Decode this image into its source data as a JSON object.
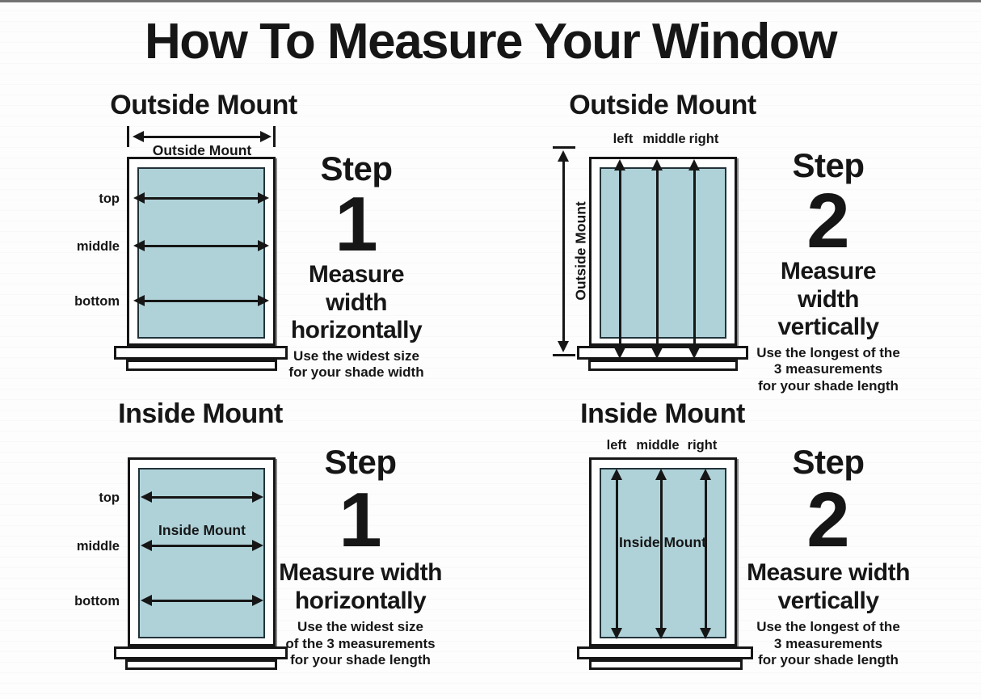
{
  "title": "How To Measure Your Window",
  "colors": {
    "ink": "#161616",
    "pane_fill": "#afd2d9",
    "pane_border": "#22333a",
    "frame_fill": "#ffffff"
  },
  "quadrants": [
    {
      "heading": "Outside Mount",
      "measure_label": "Outside Mount",
      "row_labels": [
        "top",
        "middle",
        "bottom"
      ],
      "step_word": "Step",
      "step_number": "1",
      "instruction": [
        "Measure width",
        "horizontally"
      ],
      "notes": [
        "Use the widest size",
        "for your shade width"
      ]
    },
    {
      "heading": "Outside Mount",
      "col_labels": [
        "left",
        "middle",
        "right"
      ],
      "measure_label": "Outside Mount",
      "step_word": "Step",
      "step_number": "2",
      "instruction": [
        "Measure width",
        "vertically"
      ],
      "notes": [
        "Use the longest of the",
        "3 measurements",
        "for your shade length"
      ]
    },
    {
      "heading": "Inside Mount",
      "measure_label": "Inside Mount",
      "row_labels": [
        "top",
        "middle",
        "bottom"
      ],
      "step_word": "Step",
      "step_number": "1",
      "instruction": [
        "Measure width",
        "horizontally"
      ],
      "notes": [
        "Use the widest size",
        "of the 3 measurements",
        "for your shade length"
      ]
    },
    {
      "heading": "Inside Mount",
      "col_labels": [
        "left",
        "middle",
        "right"
      ],
      "measure_label": "Inside Mount",
      "step_word": "Step",
      "step_number": "2",
      "instruction": [
        "Measure width",
        "vertically"
      ],
      "notes": [
        "Use the longest of the",
        "3 measurements",
        "for your shade length"
      ]
    }
  ]
}
